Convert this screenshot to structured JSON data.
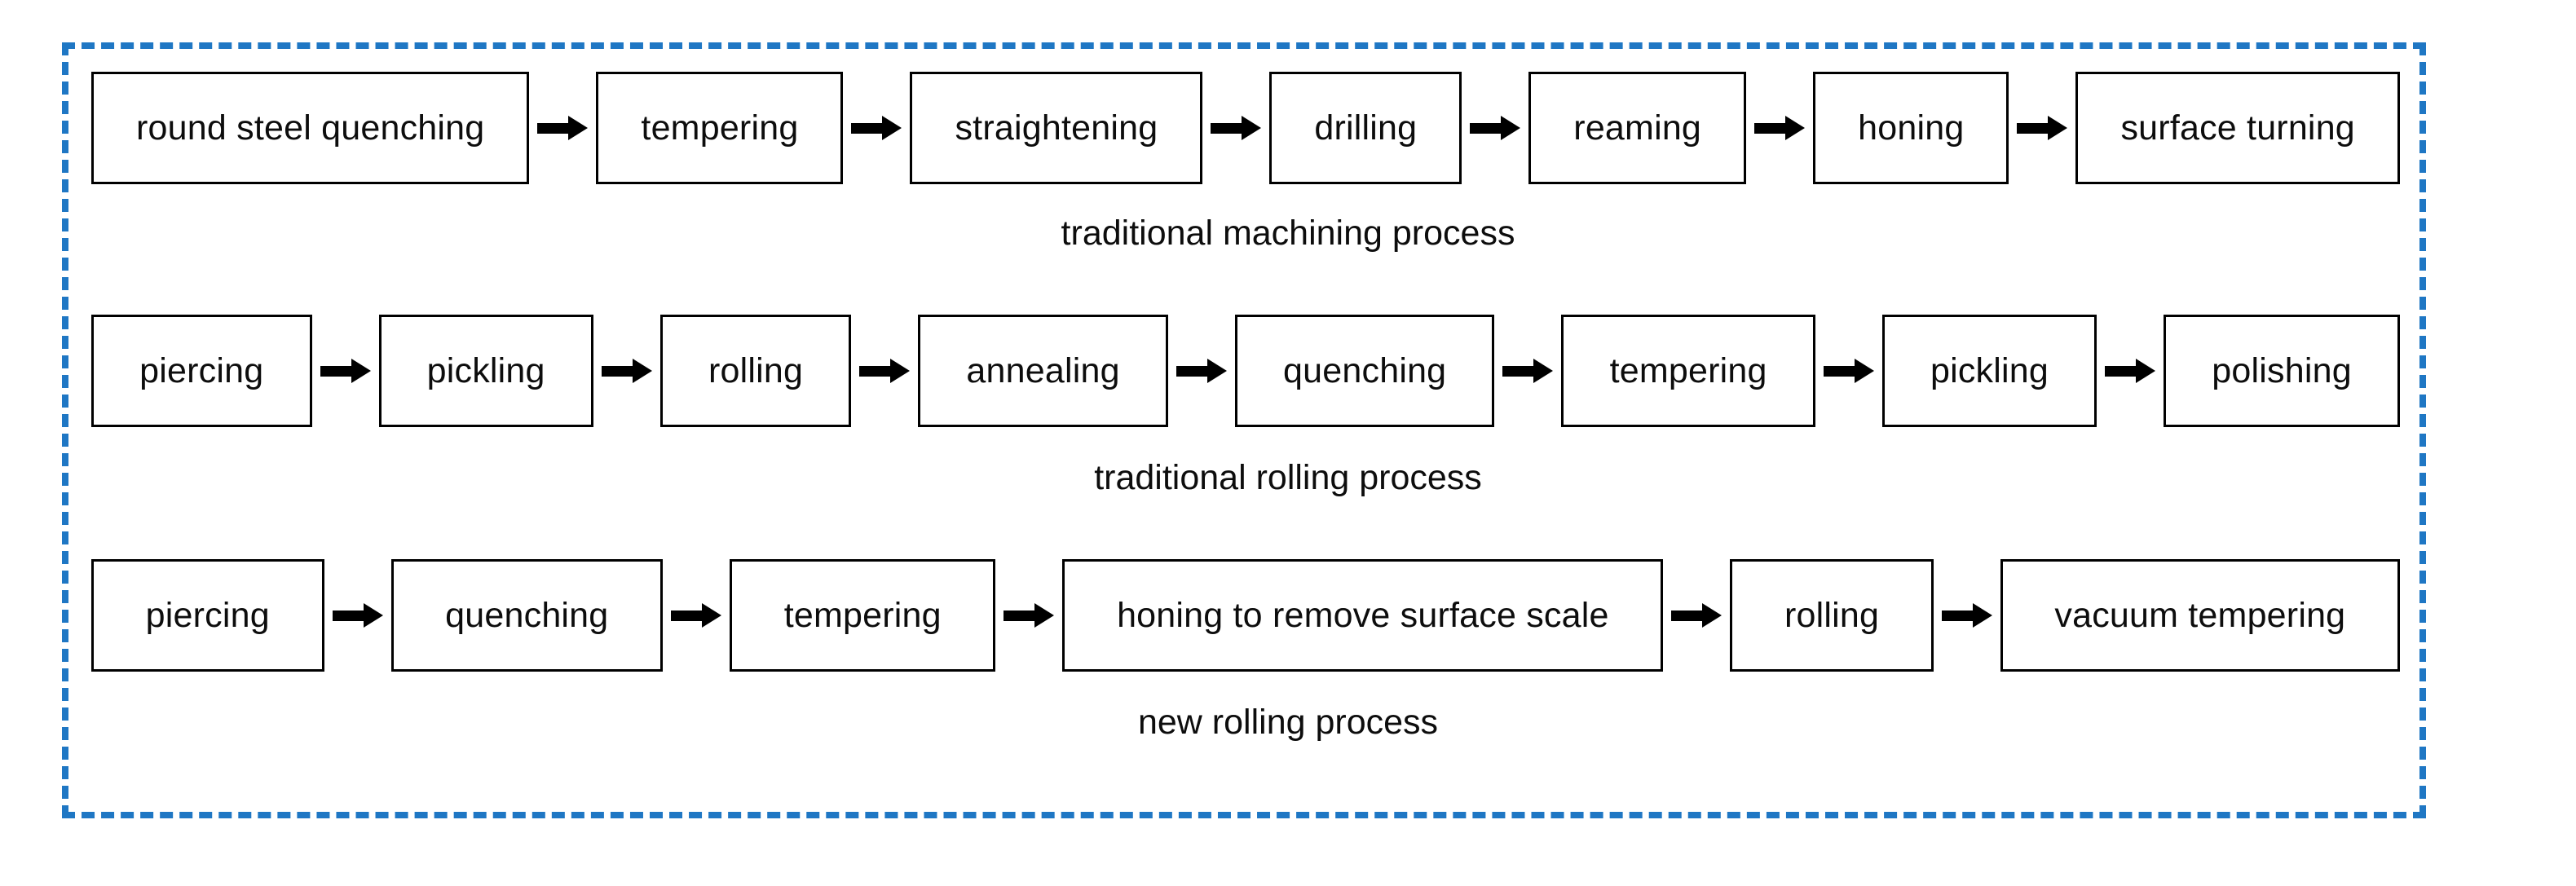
{
  "diagram": {
    "type": "process-flow",
    "enclosure": {
      "style": "dashed-rectangle",
      "color": "#1f77c4"
    },
    "box_border_color": "#000000",
    "arrow_color": "#000000",
    "background_color": "#ffffff",
    "rows": [
      {
        "id": "traditional-machining",
        "caption": "traditional machining process",
        "steps": [
          "round steel quenching",
          "tempering",
          "straightening",
          "drilling",
          "reaming",
          "honing",
          "surface turning"
        ]
      },
      {
        "id": "traditional-rolling",
        "caption": "traditional rolling process",
        "steps": [
          "piercing",
          "pickling",
          "rolling",
          "annealing",
          "quenching",
          "tempering",
          "pickling",
          "polishing"
        ]
      },
      {
        "id": "new-rolling",
        "caption": "new rolling process",
        "steps": [
          "piercing",
          "quenching",
          "tempering",
          "honing to remove surface scale",
          "rolling",
          "vacuum tempering"
        ]
      }
    ]
  }
}
